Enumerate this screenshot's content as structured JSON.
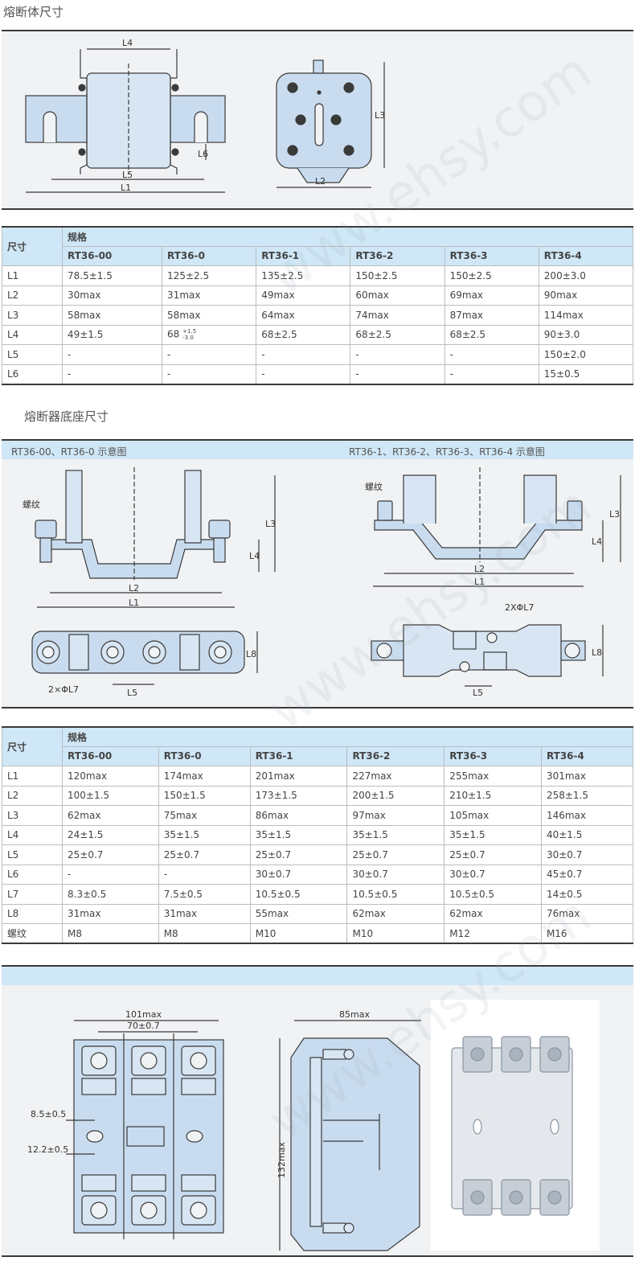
{
  "section1": {
    "title": "熔断体尺寸",
    "diagram_labels": [
      "L4",
      "L5",
      "L1",
      "L6",
      "L3",
      "L2"
    ]
  },
  "table1": {
    "corner": "尺寸",
    "group": "规格",
    "columns": [
      "RT36-00",
      "RT36-0",
      "RT36-1",
      "RT36-2",
      "RT36-3",
      "RT36-4"
    ],
    "rows": [
      {
        "label": "L1",
        "values": [
          "78.5±1.5",
          "125±2.5",
          "135±2.5",
          "150±2.5",
          "150±2.5",
          "200±3.0"
        ]
      },
      {
        "label": "L2",
        "values": [
          "30max",
          "31max",
          "49max",
          "60max",
          "69max",
          "90max"
        ]
      },
      {
        "label": "L3",
        "values": [
          "58max",
          "58max",
          "64max",
          "74max",
          "87max",
          "114max"
        ]
      },
      {
        "label": "L4",
        "values": [
          "49±1.5",
          "68",
          "68±2.5",
          "68±2.5",
          "68±2.5",
          "90±3.0"
        ]
      },
      {
        "label": "L5",
        "values": [
          "-",
          "-",
          "-",
          "-",
          "-",
          "150±2.0"
        ]
      },
      {
        "label": "L6",
        "values": [
          "-",
          "-",
          "-",
          "-",
          "-",
          "15±0.5"
        ]
      }
    ],
    "tol_upper": "+1.5",
    "tol_lower": "-3.0"
  },
  "section2": {
    "title": "熔断器底座尺寸",
    "left_caption": "RT36-00、RT36-0 示意图",
    "right_caption": "RT36-1、RT36-2、RT36-3、RT36-4 示意图",
    "label_thread": "螺纹",
    "label_hole_left": "2×ΦL7",
    "label_hole_right": "2XΦL7",
    "dims": [
      "L3",
      "L4",
      "L2",
      "L1",
      "L8",
      "L5"
    ]
  },
  "table2": {
    "corner": "尺寸",
    "group": "规格",
    "columns": [
      "RT36-00",
      "RT36-0",
      "RT36-1",
      "RT36-2",
      "RT36-3",
      "RT36-4"
    ],
    "rows": [
      {
        "label": "L1",
        "values": [
          "120max",
          "174max",
          "201max",
          "227max",
          "255max",
          "301max"
        ]
      },
      {
        "label": "L2",
        "values": [
          "100±1.5",
          "150±1.5",
          "173±1.5",
          "200±1.5",
          "210±1.5",
          "258±1.5"
        ]
      },
      {
        "label": "L3",
        "values": [
          "62max",
          "75max",
          "86max",
          "97max",
          "105max",
          "146max"
        ]
      },
      {
        "label": "L4",
        "values": [
          "24±1.5",
          "35±1.5",
          "35±1.5",
          "35±1.5",
          "35±1.5",
          "40±1.5"
        ]
      },
      {
        "label": "L5",
        "values": [
          "25±0.7",
          "25±0.7",
          "25±0.7",
          "25±0.7",
          "25±0.7",
          "30±0.7"
        ]
      },
      {
        "label": "L6",
        "values": [
          "-",
          "-",
          "30±0.7",
          "30±0.7",
          "30±0.7",
          "45±0.7"
        ]
      },
      {
        "label": "L7",
        "values": [
          "8.3±0.5",
          "7.5±0.5",
          "10.5±0.5",
          "10.5±0.5",
          "10.5±0.5",
          "14±0.5"
        ]
      },
      {
        "label": "L8",
        "values": [
          "31max",
          "31max",
          "55max",
          "62max",
          "62max",
          "76max"
        ]
      },
      {
        "label": "螺纹",
        "values": [
          "M8",
          "M8",
          "M10",
          "M10",
          "M12",
          "M16"
        ]
      }
    ]
  },
  "section3": {
    "dim_width": "101max",
    "dim_pitch": "70±0.7",
    "dim_a": "8.5±0.5",
    "dim_b": "12.2±0.5",
    "dim_depth": "85max",
    "dim_height": "132max"
  },
  "watermark": "www.ehsy.com",
  "colors": {
    "accent": "#cfe7f6",
    "part_fill": "#c9dcef",
    "line": "#3a3a3a"
  }
}
